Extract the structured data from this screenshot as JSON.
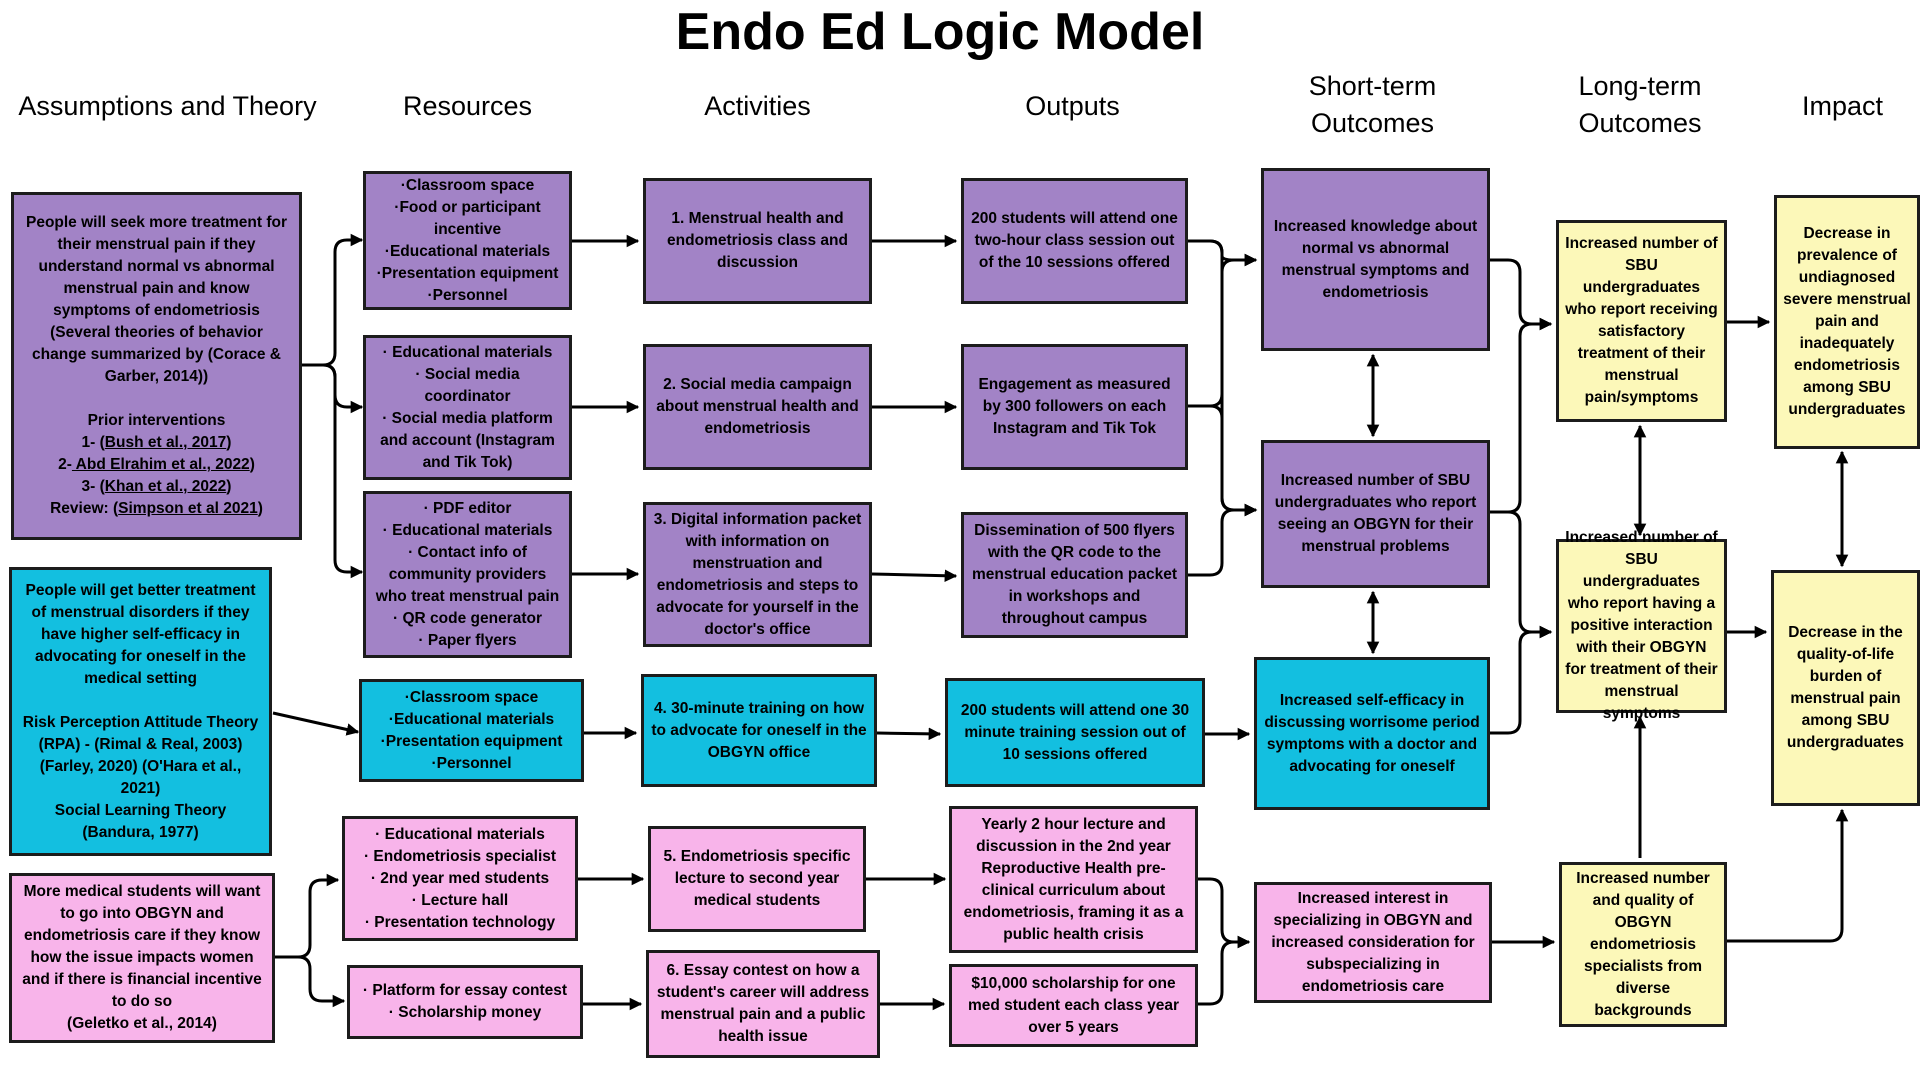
{
  "title": "Endo Ed Logic Model",
  "headers": {
    "assumptions": "Assumptions and Theory",
    "resources": "Resources",
    "activities": "Activities",
    "outputs": "Outputs",
    "short_term_1": "Short-term",
    "short_term_2": "Outcomes",
    "long_term_1": "Long-term",
    "long_term_2": "Outcomes",
    "impact": "Impact"
  },
  "colors": {
    "purple": "#a283c6",
    "cyan": "#13bfe0",
    "pink": "#f8b4ea",
    "yellow": "#fcf8b9",
    "border": "#1c1c1c"
  },
  "assumption1": {
    "lines": [
      "People will seek more treatment for",
      "their menstrual pain if they",
      "understand normal vs abnormal",
      "menstrual pain and know",
      "symptoms of endometriosis",
      "(Several theories of behavior",
      "change summarized by (Corace &",
      "Garber, 2014))"
    ],
    "prior_title": "Prior interventions",
    "ref1_prefix": "1- (",
    "ref1_link": "Bush et al., 2017",
    "ref1_suffix": ")",
    "ref2_prefix": "2-",
    "ref2_link": " Abd Elrahim et al., 2022",
    "ref2_suffix": ")",
    "ref3_prefix": "3- (",
    "ref3_link": "Khan et al., 2022",
    "ref3_suffix": ")",
    "review_prefix": "Review: (",
    "review_link": "Simpson et al 2021",
    "review_suffix": ")"
  },
  "assumption2": {
    "lines1": [
      "People will get better treatment",
      "of menstrual disorders if they",
      "have higher self-efficacy in",
      "advocating for oneself in the",
      "medical setting"
    ],
    "lines2": [
      "Risk Perception Attitude Theory",
      "(RPA) - (Rimal & Real, 2003)",
      "(Farley, 2020) (O'Hara et al.,",
      "2021)",
      "Social Learning Theory",
      "(Bandura, 1977)"
    ]
  },
  "assumption3": {
    "lines": [
      "More medical students will want",
      "to go into OBGYN and",
      "endometriosis care if they know",
      "how the issue impacts women",
      "and if there is financial incentive",
      "to do so",
      "(Geletko et al., 2014)"
    ]
  },
  "resources": {
    "r1": [
      "·Classroom space",
      "·Food or participant",
      "incentive",
      "·Educational materials",
      "·Presentation equipment",
      "·Personnel"
    ],
    "r2": [
      "·  Educational materials",
      "·  Social media",
      "coordinator",
      "·  Social media platform",
      "and account (Instagram",
      "and Tik Tok)"
    ],
    "r3": [
      "·  PDF editor",
      "·  Educational materials",
      "·  Contact info of",
      "community providers",
      "who treat menstrual pain",
      "·  QR code generator",
      "·  Paper flyers"
    ],
    "r4": [
      "·Classroom space",
      "·Educational materials",
      "·Presentation equipment",
      "·Personnel"
    ],
    "r5": [
      "·  Educational materials",
      "·  Endometriosis specialist",
      "·  2nd year med students",
      "·  Lecture hall",
      "·  Presentation technology"
    ],
    "r6": [
      "·  Platform for essay contest",
      "·  Scholarship money"
    ]
  },
  "activities": {
    "a1": [
      "1. Menstrual health and",
      "endometriosis class and",
      "discussion"
    ],
    "a2": [
      "2. Social media campaign",
      "about menstrual health and",
      "endometriosis"
    ],
    "a3": [
      "3. Digital information packet",
      "with information on",
      "menstruation and",
      "endometriosis and steps to",
      "advocate for yourself in the",
      "doctor's office"
    ],
    "a4": [
      "4. 30-minute training on how",
      "to advocate for oneself in the",
      "OBGYN office"
    ],
    "a5": [
      "5. Endometriosis specific",
      "lecture to second year",
      "medical students"
    ],
    "a6": [
      "6. Essay contest on how a",
      "student's career will address",
      "menstrual pain and a public",
      "health issue"
    ]
  },
  "outputs": {
    "o1": [
      "200 students will attend one",
      "two-hour class session out",
      "of the 10 sessions offered"
    ],
    "o2": [
      "Engagement as measured",
      "by 300 followers on each",
      "Instagram and Tik Tok"
    ],
    "o3": [
      "Dissemination of 500 flyers",
      "with the QR code to the",
      "menstrual education packet",
      "in workshops and",
      "throughout campus"
    ],
    "o4": [
      "200 students will attend one 30",
      "minute training session out of",
      "10 sessions offered"
    ],
    "o5": [
      "Yearly 2 hour lecture and",
      "discussion in the 2nd year",
      "Reproductive Health pre-",
      "clinical curriculum about",
      "endometriosis, framing it as a",
      "public health crisis"
    ],
    "o6": [
      "$10,000 scholarship for one",
      "med student each class year",
      "over 5 years"
    ]
  },
  "short_term": {
    "s1": [
      "Increased knowledge about",
      "normal vs abnormal",
      "menstrual symptoms and",
      "endometriosis"
    ],
    "s2": [
      "Increased number of SBU",
      "undergraduates who report",
      "seeing an OBGYN for their",
      "menstrual problems"
    ],
    "s3": [
      "Increased self-efficacy in",
      "discussing worrisome period",
      "symptoms with a doctor and",
      "advocating for oneself"
    ],
    "s4": [
      "Increased interest in",
      "specializing in OBGYN and",
      "increased consideration for",
      "subspecializing in",
      "endometriosis care"
    ]
  },
  "long_term": {
    "l1": [
      "Increased number of",
      "SBU undergraduates",
      "who report receiving",
      "satisfactory",
      "treatment of their",
      "menstrual",
      "pain/symptoms"
    ],
    "l2": [
      "Increased number of",
      "SBU undergraduates",
      "who report having a",
      "positive interaction",
      "with their OBGYN",
      "for treatment of their",
      "menstrual",
      "symptoms"
    ],
    "l3": [
      "Increased number",
      "and quality of",
      "OBGYN",
      "endometriosis",
      "specialists from",
      "diverse",
      "backgrounds"
    ]
  },
  "impact": {
    "i1": [
      "Decrease in",
      "prevalence of",
      "undiagnosed",
      "severe menstrual",
      "pain and",
      "inadequately",
      "endometriosis",
      "among SBU",
      "undergraduates"
    ],
    "i2": [
      "Decrease in the",
      "quality-of-life",
      "burden of",
      "menstrual pain",
      "among SBU",
      "undergraduates"
    ]
  }
}
